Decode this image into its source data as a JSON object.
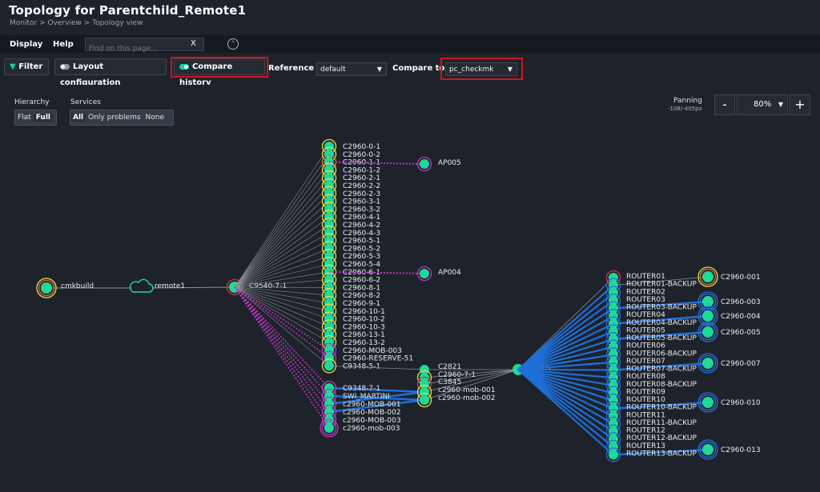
{
  "header": {
    "title": "Topology for Parentchild_Remote1",
    "breadcrumb": "Monitor > Overview > Topology view"
  },
  "menu": {
    "display": "Display",
    "help": "Help",
    "search_placeholder": "Find on this page...",
    "clear": "X"
  },
  "toolbar": {
    "filter": "Filter",
    "layout_configuration": "Layout configuration",
    "compare_history": "Compare history",
    "reference_label": "Reference",
    "reference_value": "default",
    "compare_to_label": "Compare to",
    "compare_to_value": "pc_checkmk"
  },
  "controls": {
    "hierarchy_label": "Hierarchy",
    "hierarchy_options": [
      "Flat",
      "Full"
    ],
    "hierarchy_selected": "Full",
    "services_label": "Services",
    "services_options": [
      "All",
      "Only problems",
      "None"
    ],
    "services_selected": "All",
    "panning_label": "Panning",
    "panning_value": "-108/-405px",
    "zoom_minus": "-",
    "zoom_value": "80%",
    "zoom_plus": "+"
  },
  "colors": {
    "node": "#1ed997",
    "gray_link": "#8a8f96",
    "magenta_link": "#c436c9",
    "blue_link": "#1e6fd8",
    "ring_yellow": "#e7e04a",
    "ring_orange": "#ea6f2b",
    "ring_red": "#d9363e",
    "ring_blue": "#2a6fe0",
    "ring_magenta": "#c436c9",
    "highlight": "#d3141e"
  },
  "graph": {
    "left_nodes": [
      "cmkbuild",
      "remote1",
      "C9540-7-1"
    ],
    "switch_nodes": [
      "C2960-0-1",
      "C2960-0-2",
      "C2960-1-1",
      "C2960-1-2",
      "C2960-2-1",
      "C2960-2-2",
      "C2960-2-3",
      "C2960-3-1",
      "C2960-3-2",
      "C2960-4-1",
      "C2960-4-2",
      "C2960-4-3",
      "C2960-5-1",
      "C2960-5-2",
      "C2960-5-3",
      "C2960-5-4",
      "C2960-6-1",
      "C2960-6-2",
      "C2960-8-1",
      "C2960-8-2",
      "C2960-9-1",
      "C2960-10-1",
      "C2960-10-2",
      "C2960-10-3",
      "C2960-13-1",
      "C2960-13-2",
      "C2960-MOB-003",
      "C2960-RESERVE-51",
      "C9348-5-1"
    ],
    "ap_nodes": [
      "AP005",
      "AP004"
    ],
    "lower_nodes": [
      "C9348-7-1",
      "SWI_MARTINI",
      "c2960-MOB-001",
      "c2960-MOB-002",
      "c2960-MOB-003",
      "c2960-mob-003"
    ],
    "mid_nodes": [
      "C2821",
      "C2960-7-1",
      "C3845",
      "c2960-mob-001",
      "c2960-mob-002"
    ],
    "hub": "MPLS",
    "routers": [
      "ROUTER01",
      "ROUTER01-BACKUP",
      "ROUTER02",
      "ROUTER03",
      "ROUTER03-BACKUP",
      "ROUTER04",
      "ROUTER04-BACKUP",
      "ROUTER05",
      "ROUTER05-BACKUP",
      "ROUTER06",
      "ROUTER06-BACKUP",
      "ROUTER07",
      "ROUTER07-BACKUP",
      "ROUTER08",
      "ROUTER08-BACKUP",
      "ROUTER09",
      "ROUTER10",
      "ROUTER10-BACKUP",
      "ROUTER11",
      "ROUTER11-BACKUP",
      "ROUTER12",
      "ROUTER12-BACKUP",
      "ROUTER13",
      "ROUTER13-BACKUP"
    ],
    "right_nodes": [
      "C2960-001",
      "C2960-003",
      "C2960-004",
      "C2960-005",
      "C2960-007",
      "C2960-010",
      "C2960-013"
    ]
  }
}
